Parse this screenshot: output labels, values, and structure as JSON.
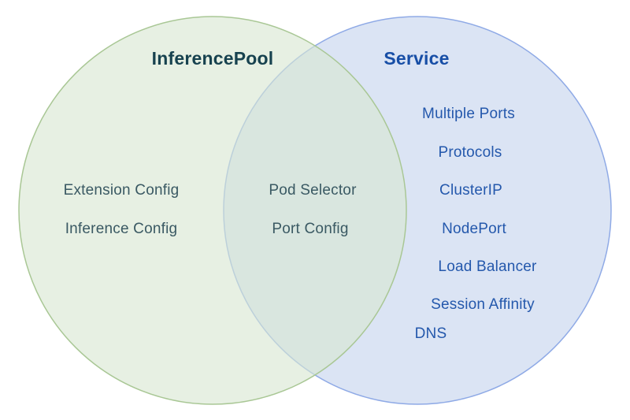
{
  "diagram": {
    "type": "venn",
    "left": {
      "title": "InferencePool",
      "items": [
        "Extension Config",
        "Inference Config"
      ]
    },
    "overlap": {
      "items": [
        "Pod Selector",
        "Port Config"
      ]
    },
    "right": {
      "title": "Service",
      "items": [
        "Multiple Ports",
        "Protocols",
        "ClusterIP",
        "NodePort",
        "Load Balancer",
        "Session Affinity",
        "DNS"
      ]
    },
    "colors": {
      "green_fill": "#d9e6d2",
      "green_fill_opacity": "0.62",
      "green_stroke": "#a9c795",
      "blue_fill": "#dbe4f4",
      "blue_stroke": "#8faae6",
      "green_text": "#3a5963",
      "green_title_text": "#17424f",
      "blue_text": "#2458ac",
      "blue_title_text": "#174ea6"
    }
  }
}
